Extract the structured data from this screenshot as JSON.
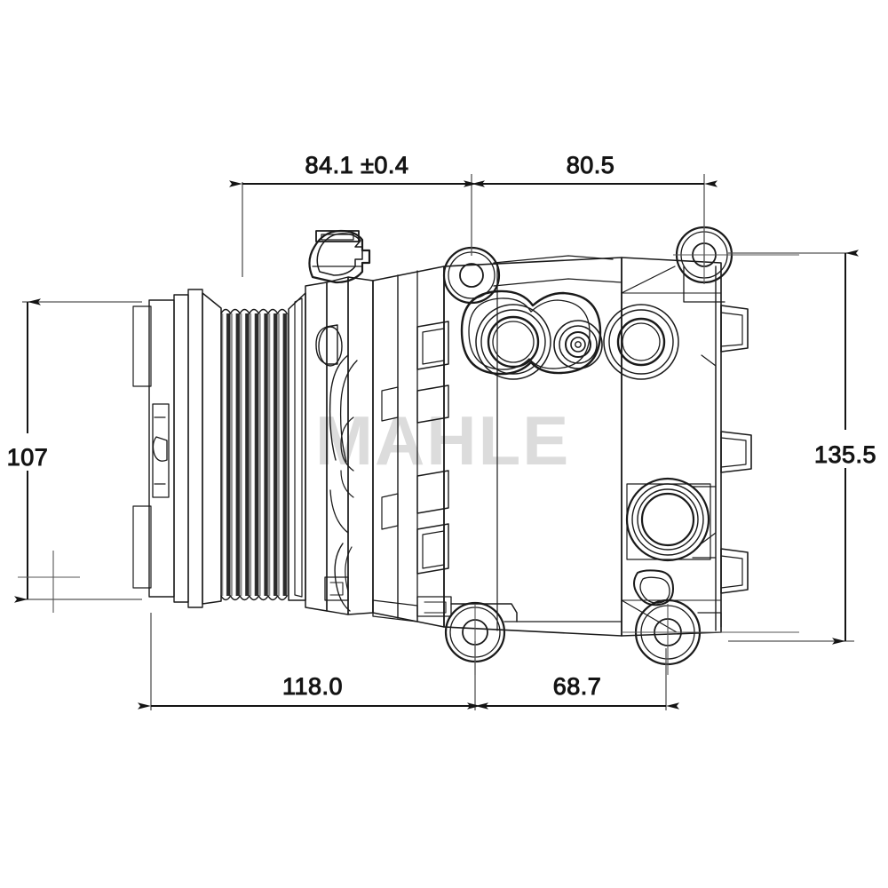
{
  "drawing": {
    "type": "technical-dimension-drawing",
    "subject": "automotive a/c compressor side view",
    "background_color": "#ffffff",
    "line_color": "#1a1a1a",
    "dimension_color": "#141414",
    "watermark_color": "#d8d8d8",
    "watermark_text": "MAHLE"
  },
  "dimensions": {
    "top_left": {
      "label": "84.1 ±0.4",
      "value": 84.1,
      "tolerance": 0.4,
      "unit": "mm",
      "orientation": "horizontal"
    },
    "top_right": {
      "label": "80.5",
      "value": 80.5,
      "unit": "mm",
      "orientation": "horizontal"
    },
    "left_vertical": {
      "label": "107",
      "value": 107,
      "unit": "mm",
      "orientation": "vertical"
    },
    "right_vertical": {
      "label": "135.5",
      "value": 135.5,
      "unit": "mm",
      "orientation": "vertical"
    },
    "bottom_left": {
      "label": "118.0",
      "value": 118.0,
      "unit": "mm",
      "orientation": "horizontal"
    },
    "bottom_right": {
      "label": "68.7",
      "value": 68.7,
      "unit": "mm",
      "orientation": "horizontal"
    }
  },
  "components": {
    "pulley": "v-ribbed-pulley",
    "connector": "electrical-connector",
    "ports": "refrigerant-port-block",
    "mounting_ears": "mounting-ear-bolt-holes",
    "rear_housing": "rear-housing-lugs"
  }
}
